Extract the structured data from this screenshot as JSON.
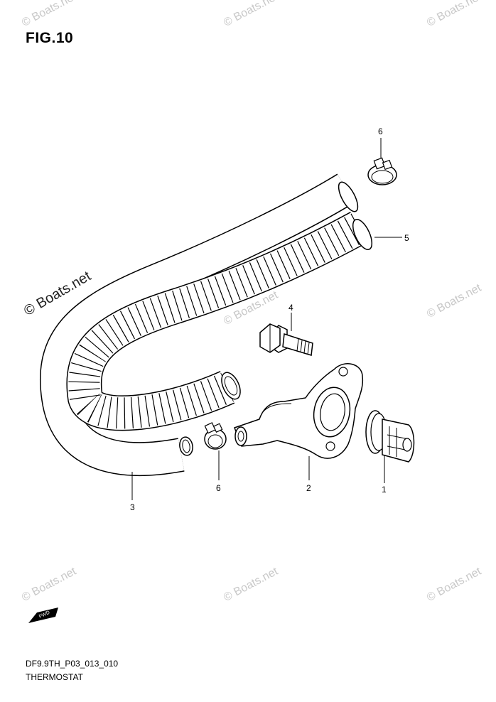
{
  "figure": {
    "title": "FIG.10",
    "drawing_code": "DF9.9TH_P03_013_010",
    "caption": "THERMOSTAT",
    "watermark": "© Boats.net",
    "fwd_label": "FWD"
  },
  "callouts": {
    "c1": "1",
    "c2": "2",
    "c3": "3",
    "c4": "4",
    "c5": "5",
    "c6a": "6",
    "c6b": "6"
  }
}
